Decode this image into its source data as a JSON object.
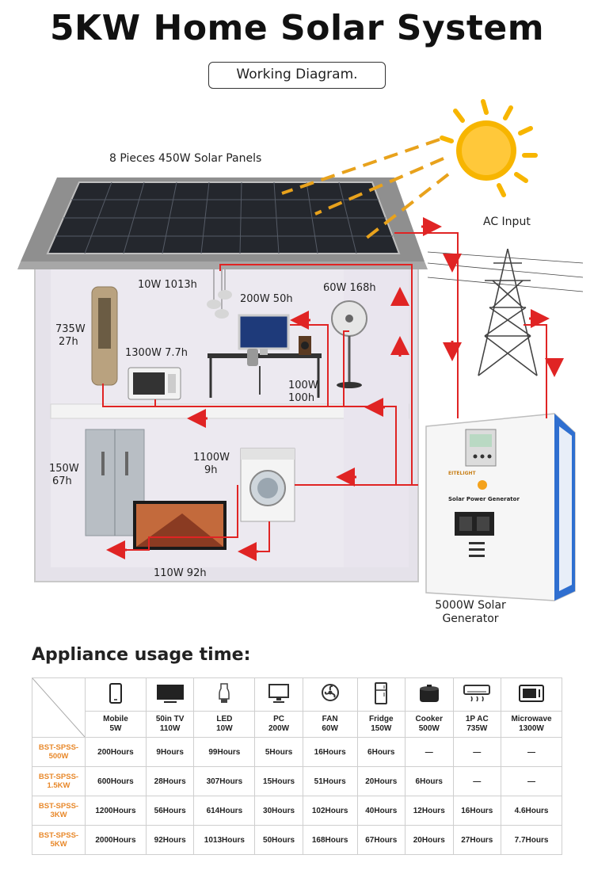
{
  "title": "5KW Home Solar System",
  "subtitle": "Working Diagram.",
  "diagram": {
    "solar_panels": "8 Pieces 450W Solar Panels",
    "ac_input": "AC Input",
    "generator": "5000W Solar Generator",
    "generator_brand": "EITELIGHT",
    "generator_panel": "Solar Power Generator",
    "lamp": "10W 1013h",
    "pc": "200W 50h",
    "fan": "60W 168h",
    "ac_unit_w": "735W",
    "ac_unit_h": "27h",
    "microwave": "1300W 7.7h",
    "speaker_w": "100W",
    "speaker_h": "100h",
    "fridge_w": "150W",
    "fridge_h": "67h",
    "washer_w": "1100W",
    "washer_h": "9h",
    "tv": "110W 92h"
  },
  "usage_title": "Appliance usage time:",
  "table": {
    "appliances": [
      {
        "name": "Mobile",
        "power": "5W",
        "icon": "mobile-icon"
      },
      {
        "name": "50in TV",
        "power": "110W",
        "icon": "tv-icon"
      },
      {
        "name": "LED",
        "power": "10W",
        "icon": "bulb-icon"
      },
      {
        "name": "PC",
        "power": "200W",
        "icon": "pc-icon"
      },
      {
        "name": "FAN",
        "power": "60W",
        "icon": "fan-icon"
      },
      {
        "name": "Fridge",
        "power": "150W",
        "icon": "fridge-icon"
      },
      {
        "name": "Cooker",
        "power": "500W",
        "icon": "cooker-icon"
      },
      {
        "name": "1P AC",
        "power": "735W",
        "icon": "air-conditioner-icon"
      },
      {
        "name": "Microwave",
        "power": "1300W",
        "icon": "microwave-icon"
      }
    ],
    "rows": [
      {
        "model_a": "BST-SPSS-",
        "model_b": "500W",
        "values": [
          "200Hours",
          "9Hours",
          "99Hours",
          "5Hours",
          "16Hours",
          "6Hours",
          "—",
          "—",
          "—"
        ]
      },
      {
        "model_a": "BST-SPSS-",
        "model_b": "1.5KW",
        "values": [
          "600Hours",
          "28Hours",
          "307Hours",
          "15Hours",
          "51Hours",
          "20Hours",
          "6Hours",
          "—",
          "—"
        ]
      },
      {
        "model_a": "BST-SPSS-",
        "model_b": "3KW",
        "values": [
          "1200Hours",
          "56Hours",
          "614Hours",
          "30Hours",
          "102Hours",
          "40Hours",
          "12Hours",
          "16Hours",
          "4.6Hours"
        ]
      },
      {
        "model_a": "BST-SPSS-",
        "model_b": "5KW",
        "values": [
          "2000Hours",
          "92Hours",
          "1013Hours",
          "50Hours",
          "168Hours",
          "67Hours",
          "20Hours",
          "27Hours",
          "7.7Hours"
        ]
      }
    ]
  },
  "colors": {
    "wire": "#e02424",
    "sun": "#f7b500",
    "ray": "#e8a21c",
    "house": "#d9d9d9",
    "panel": "#2a2d33",
    "model_text": "#e8882a",
    "generator_blue": "#2f6fd0"
  }
}
